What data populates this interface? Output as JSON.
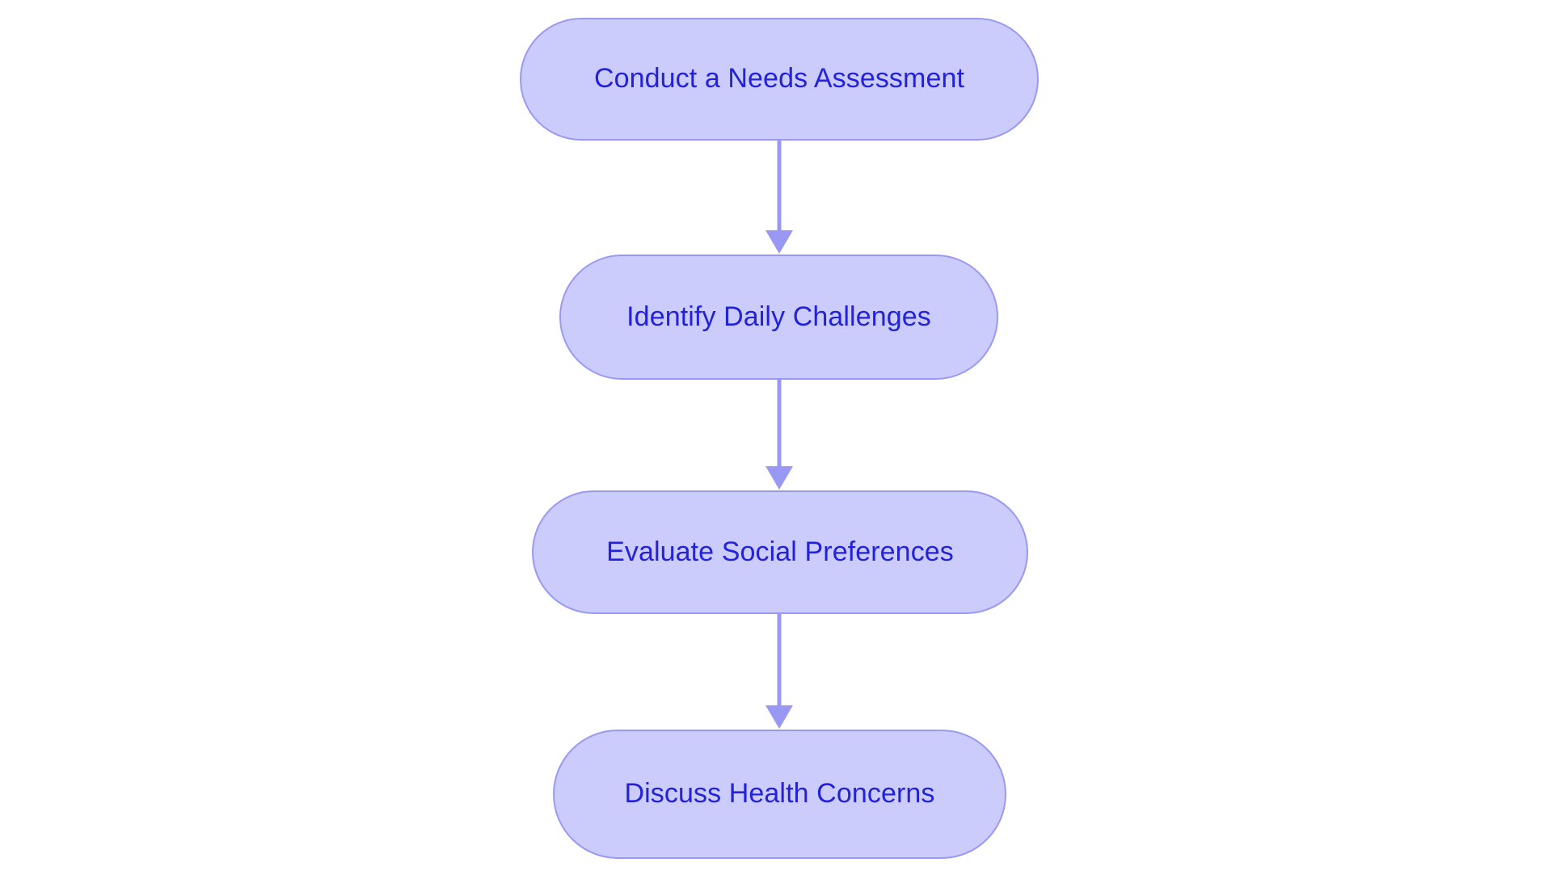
{
  "diagram": {
    "type": "flowchart",
    "orientation": "top-to-bottom",
    "background_color": "#ffffff",
    "node_fill_color": "#ccccfc",
    "node_border_color": "#9999f5",
    "node_text_color": "#2222dd",
    "edge_color": "#9999f5",
    "nodes": [
      {
        "id": "node-0",
        "label": "Conduct a Needs Assessment",
        "shape": "rounded-pill",
        "step": 1
      },
      {
        "id": "node-1",
        "label": "Identify Daily Challenges",
        "shape": "rounded-pill",
        "step": 2
      },
      {
        "id": "node-2",
        "label": "Evaluate Social Preferences",
        "shape": "rounded-pill",
        "step": 3
      },
      {
        "id": "node-3",
        "label": "Discuss Health Concerns",
        "shape": "rounded-pill",
        "step": 4
      }
    ],
    "edges": [
      {
        "from": "node-0",
        "to": "node-1",
        "label": "",
        "arrow": "down"
      },
      {
        "from": "node-1",
        "to": "node-2",
        "label": "",
        "arrow": "down"
      },
      {
        "from": "node-2",
        "to": "node-3",
        "label": "",
        "arrow": "down"
      }
    ]
  }
}
